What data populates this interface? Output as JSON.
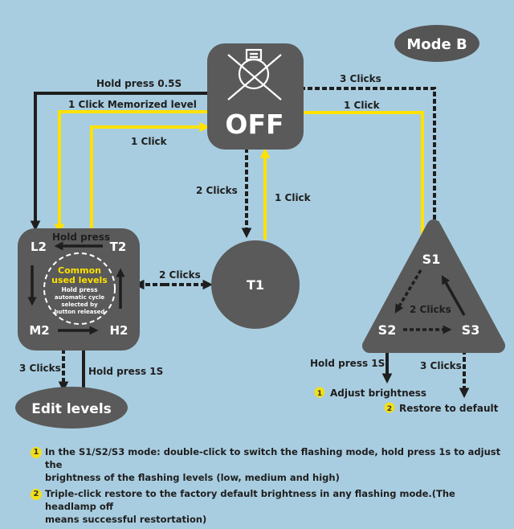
{
  "mode_label": "Mode B",
  "states": {
    "off": "OFF",
    "t1": "T1",
    "s1": "S1",
    "s2": "S2",
    "s3": "S3",
    "l2": "L2",
    "t2": "T2",
    "m2": "M2",
    "h2": "H2",
    "edit": "Edit levels"
  },
  "common_levels": {
    "title_line1": "Common",
    "title_line2": "used levels",
    "desc_line1": "Hold press",
    "desc_line2": "automatic cycle",
    "desc_line3": "selected by",
    "desc_line4": "button released"
  },
  "edges": {
    "hold_05": "Hold press 0.5S",
    "click_memorized": "1 Click  Memorized level",
    "click_t2": "1 Click",
    "three_clicks_s1": "3 Clicks",
    "click_s1_off": "1 Click",
    "two_clicks_t1": "2 Clicks",
    "click_t1_off": "1 Click",
    "two_clicks_common": "2 Clicks",
    "hold_press": "Hold press",
    "two_clicks_s": "2 Clicks",
    "hold_1s_s2": "Hold press 1S",
    "three_clicks_s3": "3 Clicks",
    "three_clicks_edit": "3 Clicks",
    "hold_1s_edit": "Hold press 1S"
  },
  "outcomes": {
    "adjust": "Adjust brightness",
    "restore": "Restore to default"
  },
  "notes": [
    {
      "num": "1",
      "line1": "In the S1/S2/S3 mode: double-click to switch the flashing mode, hold press 1s to adjust the",
      "line2": "brightness of the flashing levels (low, medium and high)"
    },
    {
      "num": "2",
      "line1": "Triple-click restore to the factory default brightness in any flashing mode.(The headlamp off",
      "line2": "means successful restortation)"
    }
  ],
  "colors": {
    "background": "#a9cde0",
    "node": "#5a5a5a",
    "arrow_dark": "#1e1e1e",
    "arrow_yellow": "#ffe200",
    "accent_text": "#ffe200",
    "badge": "#f2df1a"
  }
}
